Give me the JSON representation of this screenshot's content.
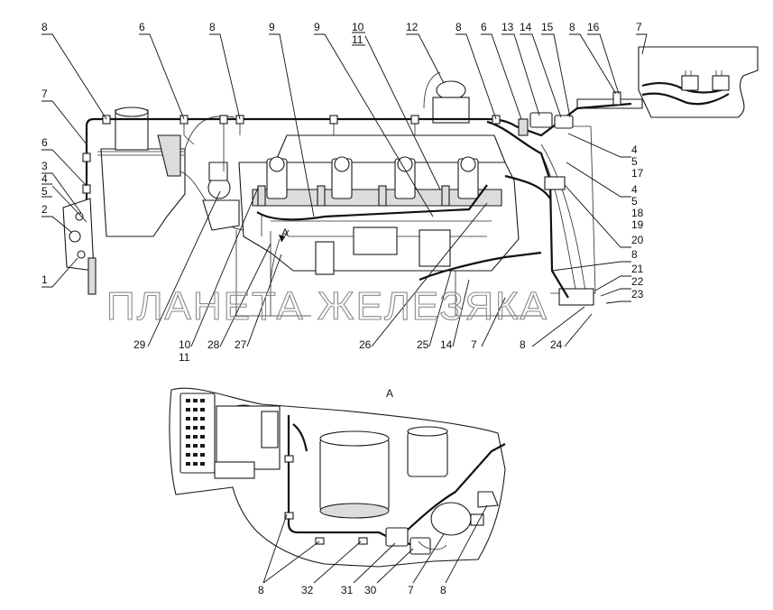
{
  "watermark": "ПЛАНЕТА ЖЕЛЕЗЯКА",
  "view_title": "А",
  "view_marker": "А",
  "labels": {
    "l1": "1",
    "l2": "2",
    "l3": "3",
    "l4a": "4",
    "l5a": "5",
    "l6a": "6",
    "l7a": "7",
    "l8a": "8",
    "l6b": "6",
    "l8b": "8",
    "l9a": "9",
    "l9b": "9",
    "l10a": "10",
    "l11a": "11",
    "l12": "12",
    "l8c": "8",
    "l6c": "6",
    "l13": "13",
    "l14a": "14",
    "l15": "15",
    "l8d": "8",
    "l16": "16",
    "l7b": "7",
    "l4b": "4",
    "l5b": "5",
    "l17": "17",
    "l4c": "4",
    "l5c": "5",
    "l18": "18",
    "l19": "19",
    "l20": "20",
    "l8e": "8",
    "l21": "21",
    "l22": "22",
    "l23": "23",
    "l24": "24",
    "l8f": "8",
    "l7c": "7",
    "l14b": "14",
    "l25": "25",
    "l26": "26",
    "l27": "27",
    "l28": "28",
    "l10b": "10",
    "l11b": "11",
    "l29": "29",
    "l8g": "8",
    "l32": "32",
    "l31": "31",
    "l30": "30",
    "l7d": "7",
    "l8h": "8"
  }
}
